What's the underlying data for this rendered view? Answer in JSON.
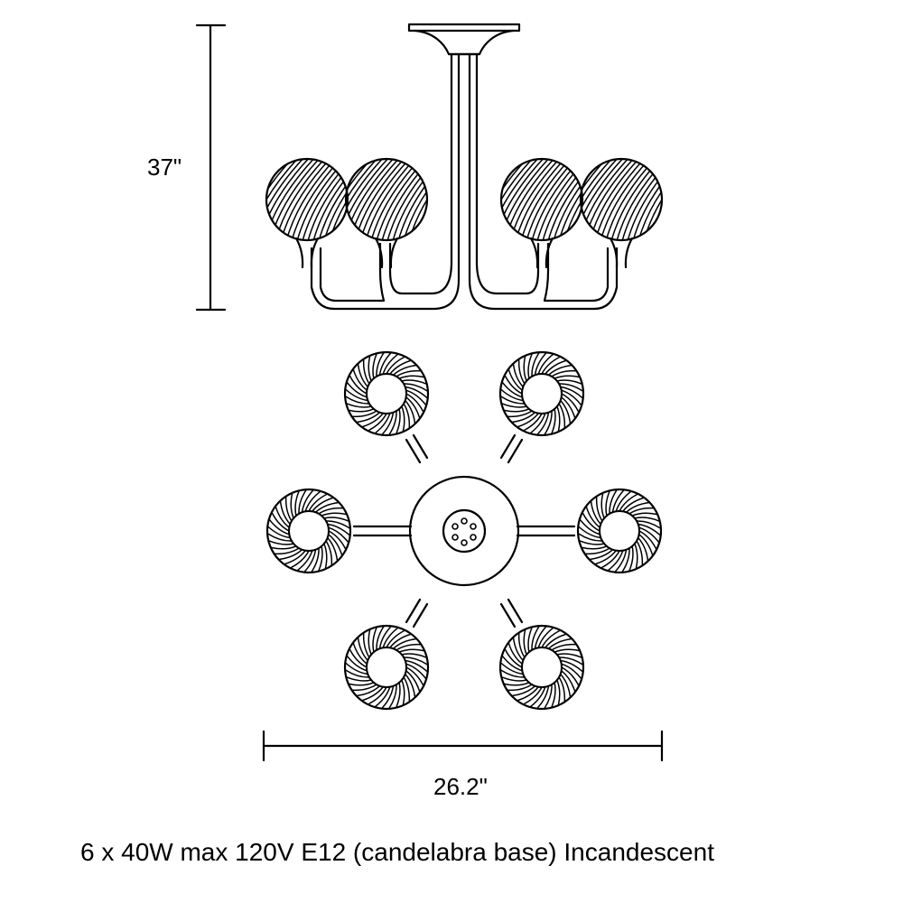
{
  "dimensions": {
    "height": "37\"",
    "width": "26.2\""
  },
  "specs": "6 x 40W max 120V E12 (candelabra base) Incandescent",
  "colors": {
    "line": "#000000",
    "background": "#ffffff"
  }
}
